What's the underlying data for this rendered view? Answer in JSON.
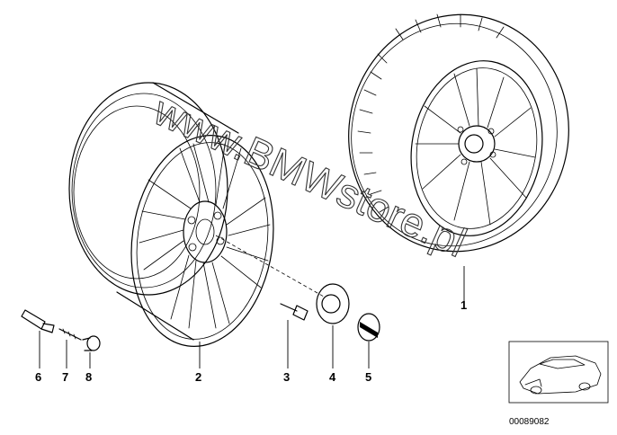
{
  "parts": [
    {
      "number": "1"
    },
    {
      "number": "2"
    },
    {
      "number": "3"
    },
    {
      "number": "4"
    },
    {
      "number": "5"
    },
    {
      "number": "6"
    },
    {
      "number": "7"
    },
    {
      "number": "8"
    }
  ],
  "watermark": "www.BMWstore.pl",
  "reference_number": "00089082"
}
